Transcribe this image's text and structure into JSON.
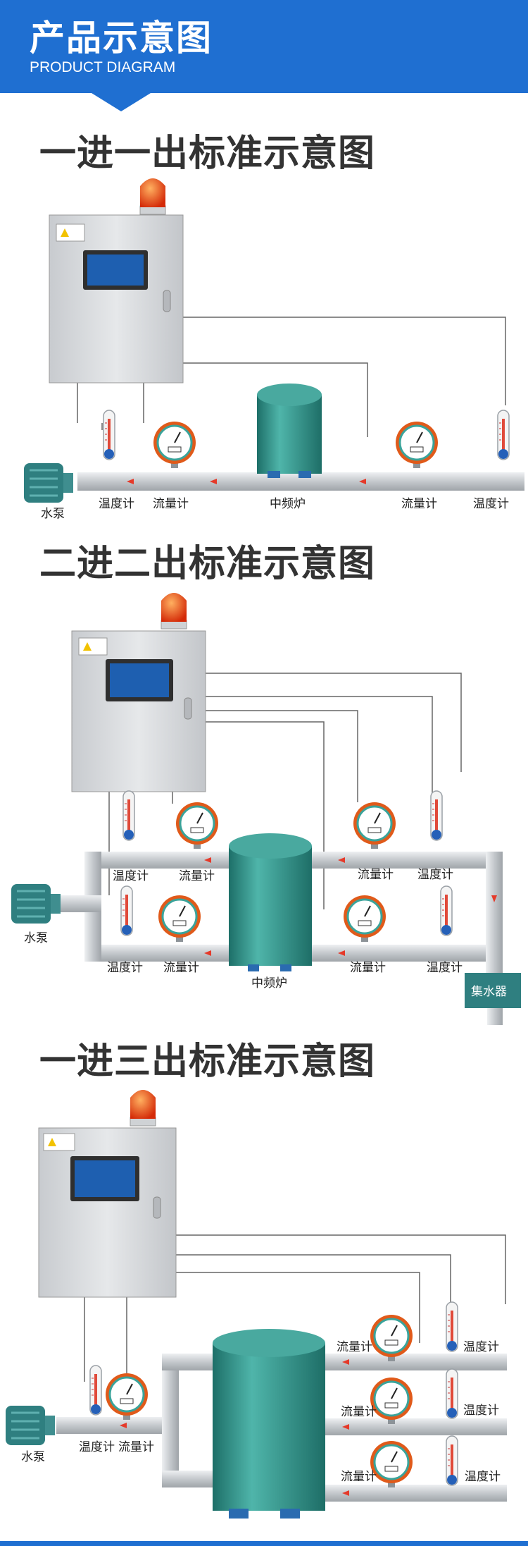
{
  "banner": {
    "title": "产品示意图",
    "subtitle": "PRODUCT DIAGRAM"
  },
  "sections": [
    {
      "title": "一进一出标准示意图",
      "labels": {
        "pump": "水泵",
        "temp_left": "温度计",
        "flow_left": "流量计",
        "furnace": "中频炉",
        "flow_right": "流量计",
        "temp_right": "温度计"
      }
    },
    {
      "title": "二进二出标准示意图",
      "labels": {
        "pump": "水泵",
        "temp_tl": "温度计",
        "flow_tl": "流量计",
        "flow_tr": "流量计",
        "temp_tr": "温度计",
        "temp_bl": "温度计",
        "flow_bl": "流量计",
        "flow_br": "流量计",
        "temp_br": "温度计",
        "furnace": "中频炉",
        "collector": "集水器"
      }
    },
    {
      "title": "一进三出标准示意图",
      "labels": {
        "pump": "水泵",
        "temp_in": "温度计",
        "flow_in": "流量计",
        "flow_1": "流量计",
        "temp_1": "温度计",
        "flow_2": "流量计",
        "temp_2": "温度计",
        "flow_3": "流量计",
        "temp_3": "温度计"
      }
    }
  ],
  "colors": {
    "banner": "#1f6fd1",
    "pipe": "#c9ccd0",
    "furnace": "#2a8f86",
    "pump": "#2f7f80",
    "gauge_ring": "#e05a1a",
    "alarm": "#e03a10",
    "cabinet": "#d9dbde",
    "screen": "#1e5fb0"
  }
}
